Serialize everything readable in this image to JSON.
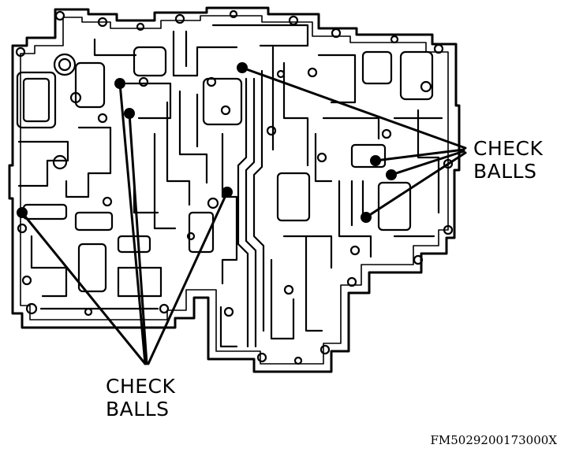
{
  "labels": {
    "right": {
      "line1": "CHECK",
      "line2": "BALLS"
    },
    "bottom": {
      "line1": "CHECK",
      "line2": "BALLS"
    }
  },
  "figure_code": "FM5029200173000X",
  "colors": {
    "ink": "#000000",
    "paper": "#ffffff"
  }
}
